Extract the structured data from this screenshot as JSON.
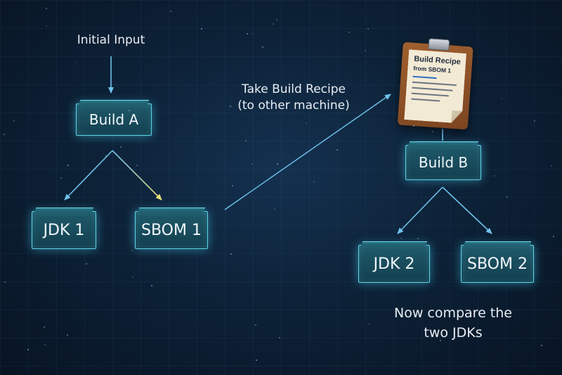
{
  "diagram": {
    "input_label": "Initial Input",
    "transfer_label_line1": "Take Build Recipe",
    "transfer_label_line2": "(to other machine)",
    "compare_label_line1": "Now compare the",
    "compare_label_line2": "two JDKs",
    "nodes": {
      "build_a": "Build A",
      "jdk_1": "JDK 1",
      "sbom_1": "SBOM 1",
      "build_b": "Build B",
      "jdk_2": "JDK 2",
      "sbom_2": "SBOM 2"
    },
    "clipboard": {
      "title": "Build Recipe",
      "subtitle": "from SBOM 1",
      "icon": "clipboard-icon"
    }
  },
  "colors": {
    "background": "#0d2238",
    "node_fill": "#1b4f5f",
    "node_border": "#5fd3e6",
    "arrow": "#6fc3ea",
    "arrow_highlight": "#e8e07a"
  }
}
